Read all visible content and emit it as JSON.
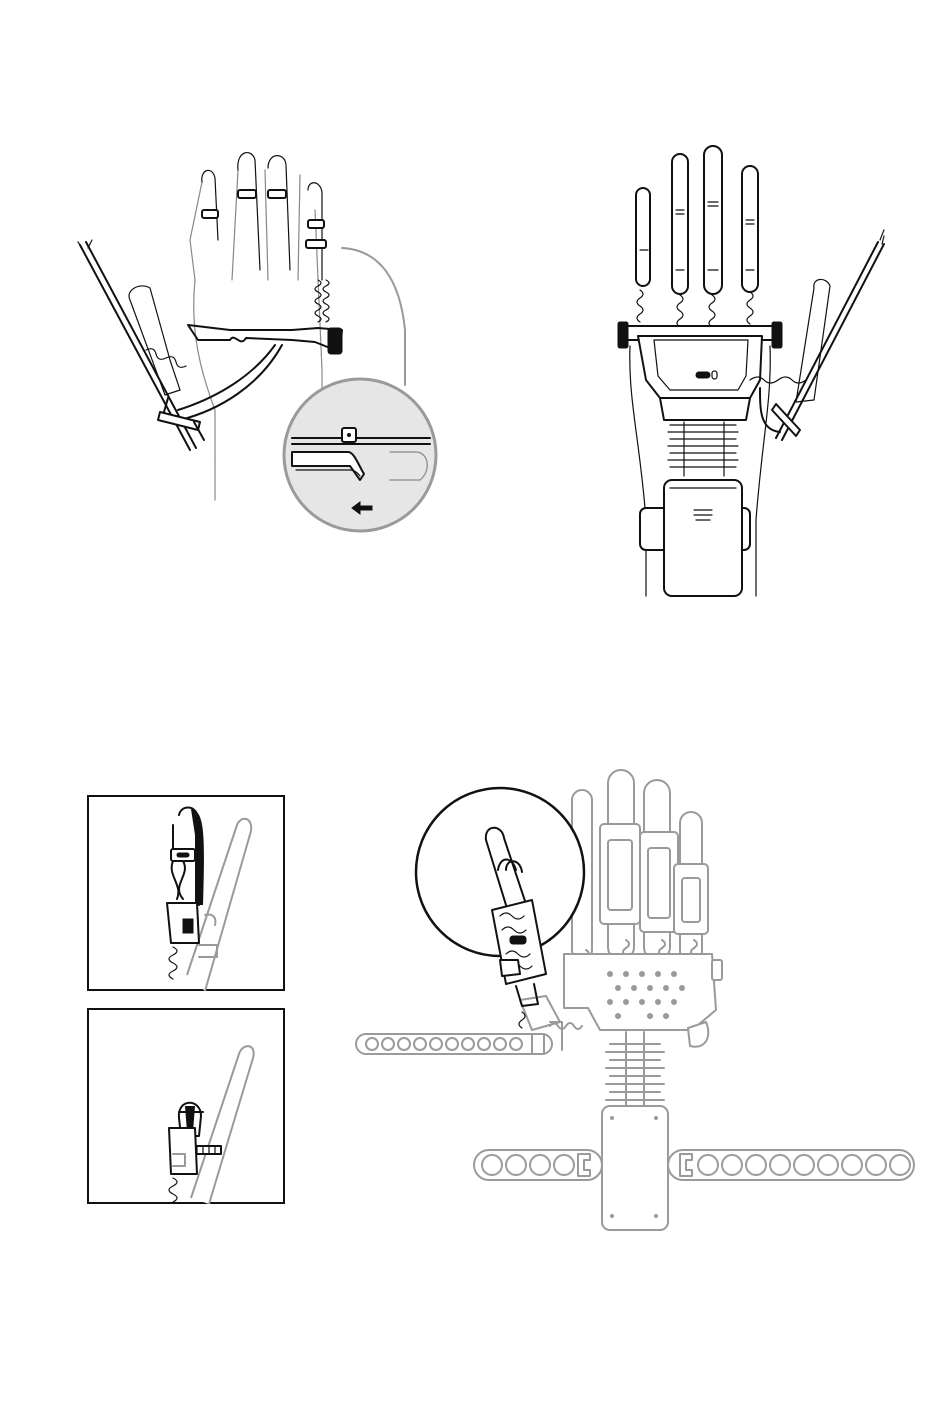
{
  "document": {
    "figures": [
      {
        "id": "fig-palm-view",
        "callout": "zoom-in"
      },
      {
        "id": "fig-back-view",
        "callout": ""
      },
      {
        "id": "fig-detail-top",
        "callout": ""
      },
      {
        "id": "fig-detail-bottom",
        "callout": ""
      },
      {
        "id": "fig-exploded-frame",
        "callout": "zoom-in"
      }
    ]
  },
  "colors": {
    "line": "#111111",
    "faded_line": "#9a9a9a",
    "callout_fill": "#e6e6e6",
    "background": "#ffffff"
  },
  "icons": [
    "arrow-left-icon",
    "zoom-callout-circle"
  ]
}
